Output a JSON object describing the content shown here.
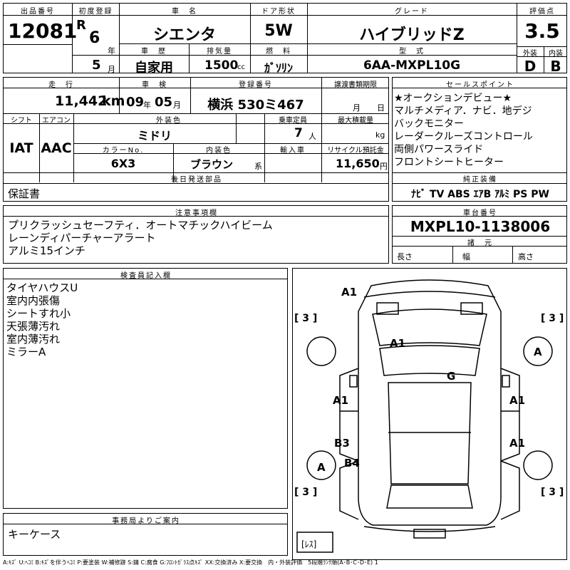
{
  "top": {
    "lot_label": "出品番号",
    "lot_no": "12081",
    "reg_label": "初度登録",
    "era": "R",
    "year": "6",
    "year_unit": "年",
    "month": "5",
    "month_unit": "月",
    "name_label": "車　名",
    "name": "シエンタ",
    "door_label": "ドア形状",
    "door": "5W",
    "grade_label": "グレード",
    "grade": "ハイブリッドZ",
    "score_label": "評価点",
    "score": "3.5",
    "history_label": "車　歴",
    "history": "自家用",
    "disp_label": "排気量",
    "disp": "1500",
    "disp_unit": "cc",
    "fuel_label": "燃　料",
    "fuel": "ｶﾞｿﾘﾝ",
    "model_label": "型　式",
    "model": "6AA-MXPL10G",
    "ext_label": "外装",
    "ext": "D",
    "int_label": "内装",
    "int": "B"
  },
  "mid": {
    "km_label": "走　行",
    "km": "11,442",
    "km_unit": "km",
    "shaken_label": "車　検",
    "shaken_y": "09",
    "shaken_y_unit": "年",
    "shaken_m": "05",
    "shaken_m_unit": "月",
    "plate_label": "登録番号",
    "plate": "横浜 530ミ467",
    "transfer_label": "譲渡書類期限",
    "transfer_m_unit": "月",
    "transfer_d_unit": "日",
    "shift_label": "シフト",
    "shift": "IAT",
    "ac_label": "エアコン",
    "ac": "AAC",
    "color_label": "外装色",
    "color": "ミドリ",
    "capacity_label": "乗車定員",
    "capacity": "7",
    "capacity_unit": "人",
    "load_label": "最大積載量",
    "load_unit": "kg",
    "colorno_label": "カラーNo.",
    "colorno": "6X3",
    "intcolor_label": "内装色",
    "intcolor": "ブラウン",
    "intcolor_suffix": "系",
    "import_label": "輸入車",
    "recycle_label": "リサイクル預託金",
    "recycle": "11,650",
    "recycle_unit": "円"
  },
  "sales": {
    "label": "セールスポイント",
    "items": [
      "★オークションデビュー★",
      "マルチメディア．ナビ．地デジ",
      "バックモニター",
      "レーダークルーズコントロール",
      "両側パワースライド",
      "フロントシートヒーター"
    ]
  },
  "later": {
    "label": "後日発送部品",
    "value": "保証書"
  },
  "equip": {
    "label": "純正装備",
    "value": "ﾅﾋﾞ  TV  ABS ｴｱB ｱﾙﾐ PS PW"
  },
  "notes": {
    "label": "注意事項欄",
    "lines": [
      "プリクラッシュセーフティ．オートマチックハイビーム",
      "レーンディパーチャーアラート",
      "アルミ15インチ"
    ]
  },
  "chassis": {
    "label": "車台番号",
    "value": "MXPL10-1138006",
    "spec_label": "諸　元",
    "len_label": "長さ",
    "wid_label": "幅",
    "hgt_label": "高さ"
  },
  "inspector": {
    "label": "検査員記入欄",
    "lines": [
      "タイヤハウスU",
      "室内内張傷",
      "シートすれ小",
      "天張薄汚れ",
      "室内薄汚れ",
      "ミラーA"
    ]
  },
  "office": {
    "label": "事務局よりご案内",
    "value": "キーケース"
  },
  "diagram": {
    "marks": [
      "A1",
      "A1",
      "G",
      "A",
      "A1",
      "A1",
      "A1",
      "B3",
      "B4",
      "A"
    ],
    "tire": "[ 3 ]",
    "spare": "[ﾚｽ]"
  },
  "legend": "A:ｷｽﾞ U:ﾍｺﾐ B:ｷｽﾞを伴うﾍｺﾐ P:要塗装 W:補修跡 S:錆 C:腐食 G:ﾌﾛﾝﾄｶﾞﾗｽ点ｷｽﾞ XX:交換済み X:要交換　内・外装評価　5段階ﾗﾝｸ順(A･B･C･D･E) 1"
}
